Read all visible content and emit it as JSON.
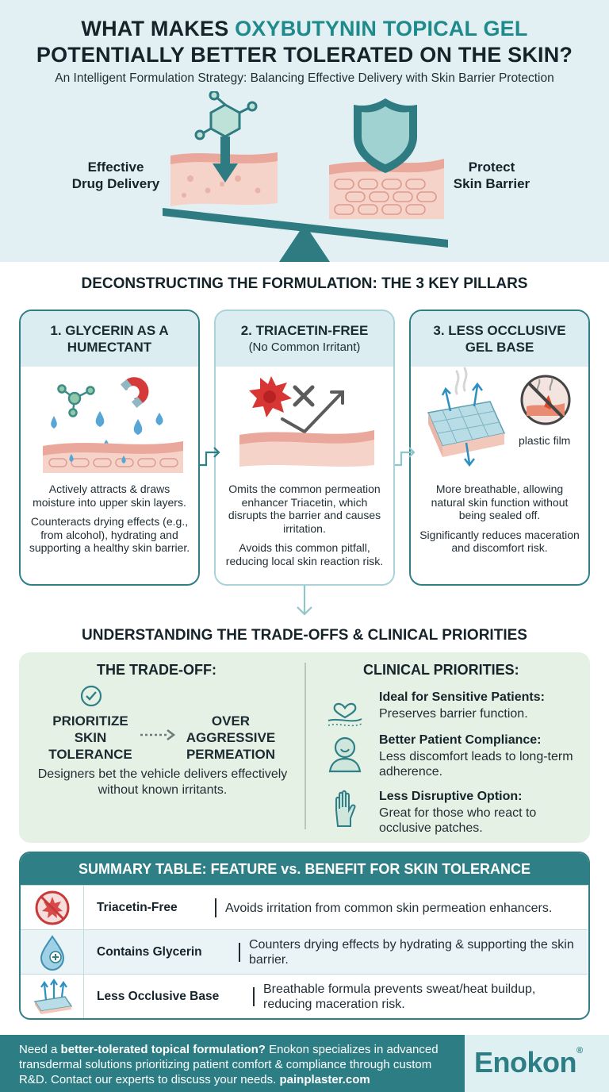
{
  "header": {
    "title_line1_pre": "WHAT MAKES ",
    "title_line1_highlight": "OXYBUTYNIN TOPICAL GEL",
    "title_line2": "POTENTIALLY BETTER TOLERATED ON THE SKIN?",
    "subtitle": "An Intelligent Formulation Strategy: Balancing Effective Delivery with Skin Barrier Protection",
    "left_label_1": "Effective",
    "left_label_2": "Drug Delivery",
    "right_label_1": "Protect",
    "right_label_2": "Skin Barrier",
    "icons": [
      "molecule-icon",
      "down-arrow-icon",
      "shield-icon",
      "skin-layer-icon",
      "balance-scale-icon"
    ]
  },
  "pillars_section": {
    "heading": "DECONSTRUCTING THE FORMULATION: THE 3 KEY PILLARS",
    "pillars": [
      {
        "title_1": "1. GLYCERIN AS A",
        "title_2": "HUMECTANT",
        "subtitle": "",
        "p1": "Actively attracts & draws moisture into upper skin layers.",
        "p2": "Counteracts drying effects (e.g., from alcohol), hydrating and supporting a healthy skin barrier.",
        "icons": [
          "molecule-icon",
          "magnet-icon",
          "water-drop-icon",
          "skin-layer-icon"
        ]
      },
      {
        "title_1": "2. TRIACETIN-FREE",
        "title_2": "",
        "subtitle": "(No Common Irritant)",
        "p1": "Omits the common permeation enhancer Triacetin, which disrupts the barrier and causes irritation.",
        "p2": "Avoids this common pitfall, reducing local skin reaction risk.",
        "icons": [
          "irritant-burst-icon",
          "cross-icon",
          "check-arrow-icon",
          "skin-layer-icon"
        ]
      },
      {
        "title_1": "3. LESS OCCLUSIVE",
        "title_2": "GEL BASE",
        "subtitle": "",
        "p1": "More breathable, allowing natural skin function without being sealed off.",
        "p2": "Significantly reduces maceration and discomfort risk.",
        "art_label": "plastic film",
        "icons": [
          "breathable-mesh-icon",
          "no-plastic-film-icon"
        ]
      }
    ]
  },
  "tradeoffs": {
    "heading": "UNDERSTANDING THE TRADE-OFFS & CLINICAL PRIORITIES",
    "tradeoff_title": "THE TRADE-OFF:",
    "left_1": "PRIORITIZE",
    "left_2": "SKIN",
    "left_3": "TOLERANCE",
    "right_1": "OVER",
    "right_2": "AGGRESSIVE",
    "right_3": "PERMEATION",
    "description": "Designers bet the vehicle delivers effectively without known irritants.",
    "priorities_title": "CLINICAL PRIORITIES:",
    "priorities": [
      {
        "title": "Ideal for Sensitive Patients:",
        "desc": "Preserves barrier function.",
        "icon": "heart-skin-icon"
      },
      {
        "title": "Better Patient Compliance:",
        "desc": "Less discomfort leads to long-term adherence.",
        "icon": "patient-icon"
      },
      {
        "title": "Less Disruptive Option:",
        "desc": "Great for those who react to occlusive patches.",
        "icon": "hand-icon"
      }
    ]
  },
  "summary_table": {
    "heading": "SUMMARY TABLE: FEATURE vs. BENEFIT FOR SKIN TOLERANCE",
    "rows": [
      {
        "feature": "Triacetin-Free",
        "benefit": "Avoids irritation from common skin permeation enhancers.",
        "icon": "no-irritant-icon"
      },
      {
        "feature": "Contains Glycerin",
        "benefit": "Counters drying effects by hydrating & supporting the skin barrier.",
        "icon": "drop-plus-icon"
      },
      {
        "feature": "Less Occlusive Base",
        "benefit": "Breathable formula prevents sweat/heat buildup, reducing maceration risk.",
        "icon": "breathable-icon"
      }
    ]
  },
  "footer": {
    "text_1": "Need a ",
    "text_bold_1": "better-tolerated topical formulation?",
    "text_2": " Enokon specializes in advanced transdermal solutions prioritizing patient comfort & compliance through custom R&D. Contact our experts to discuss your needs. ",
    "text_bold_link": "painplaster.com",
    "logo": "Enokon",
    "logo_mark": "®"
  },
  "colors": {
    "teal": "#2f7f86",
    "header_bg": "#e3f0f3",
    "trade_bg": "#e6f1e6",
    "title_highlight": "#1e8a8c"
  }
}
